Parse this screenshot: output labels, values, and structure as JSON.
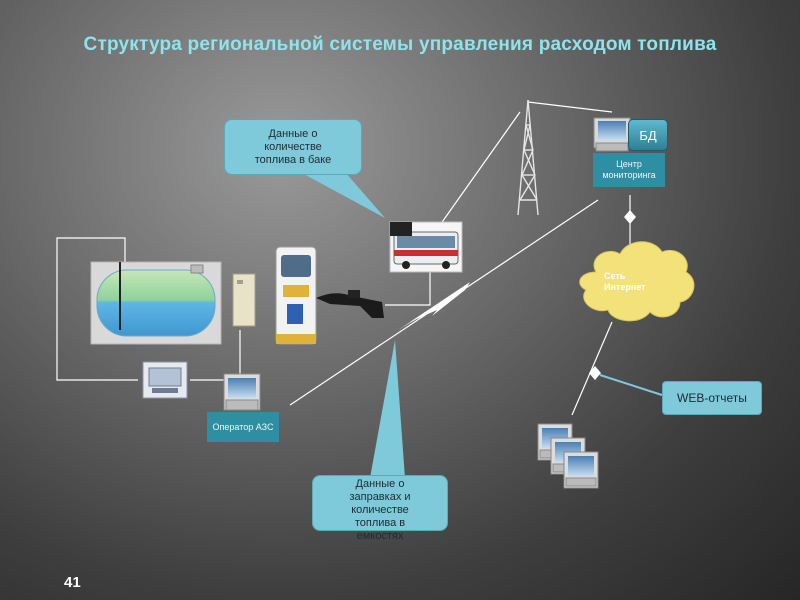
{
  "title": "Структура региональной системы управления расходом топлива",
  "page_number": "41",
  "callouts": {
    "fuel_in_tank": "Данные о количестве топлива в баке",
    "refuel_data": "Данные о заправках и количестве топлива в емкостях"
  },
  "nodes": {
    "db": "БД",
    "monitoring_center": "Центр мониторинга",
    "internet": "Сеть Интернет",
    "operator": "Оператор АЗС",
    "web_reports": "WEB-отчеты"
  },
  "colors": {
    "title": "#8fe3ea",
    "callout_bg": "#7ec9da",
    "label_bg": "#2f8fa2",
    "cloud": "#f3e27a"
  }
}
